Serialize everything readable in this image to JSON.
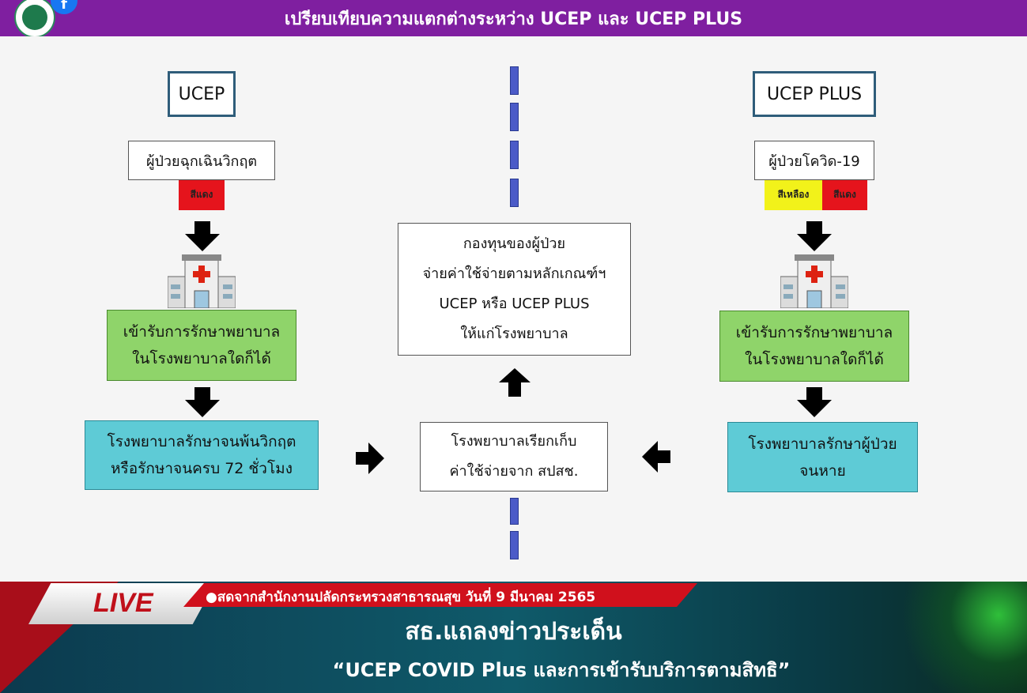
{
  "header": {
    "title": "เปรียบเทียบความแตกต่างระหว่าง UCEP และ UCEP PLUS"
  },
  "left": {
    "heading": "UCEP",
    "patient": "ผู้ป่วยฉุกเฉินวิกฤต",
    "tag_red": "สีแดง",
    "treatment": [
      "เข้ารับการรักษาพยาบาล",
      "ในโรงพยาบาลใดก็ได้"
    ],
    "outcome": [
      "โรงพยาบาลรักษาจนพ้นวิกฤต",
      "หรือรักษาจนครบ 72 ชั่วโมง"
    ]
  },
  "right": {
    "heading": "UCEP PLUS",
    "patient": "ผู้ป่วยโควิด-19",
    "tag_yellow": "สีเหลือง",
    "tag_red": "สีแดง",
    "treatment": [
      "เข้ารับการรักษาพยาบาล",
      "ในโรงพยาบาลใดก็ได้"
    ],
    "outcome": [
      "โรงพยาบาลรักษาผู้ป่วย",
      "จนหาย"
    ]
  },
  "center": {
    "fund": [
      "กองทุนของผู้ป่วย",
      "จ่ายค่าใช้จ่ายตามหลักเกณฑ์ฯ",
      "UCEP หรือ UCEP PLUS",
      "ให้แก่โรงพยาบาล"
    ],
    "claim": [
      "โรงพยาบาลเรียกเก็บ",
      "ค่าใช้จ่ายจาก สปสช."
    ]
  },
  "broadcast": {
    "live_label": "LIVE",
    "ticker": "●สดจากสำนักงานปลัดกระทรวงสาธารณสุข วันที่ 9 มีนาคม 2565",
    "show_title": "สธ.แถลงข่าวประเด็น",
    "topic": "“UCEP COVID Plus และการเข้ารับบริการตามสิทธิ”"
  },
  "colors": {
    "title_bar": "#7f1fa0",
    "green_box": "#8fd46a",
    "cyan_box": "#5ecbd6",
    "red_tag": "#e5141c",
    "yellow_tag": "#f2f21a",
    "divider": "#4b5bc8"
  },
  "icons": [
    "ministry-logo-icon",
    "facebook-icon",
    "hospital-icon",
    "arrow-down-icon",
    "arrow-up-icon",
    "arrow-right-icon",
    "arrow-left-icon"
  ]
}
